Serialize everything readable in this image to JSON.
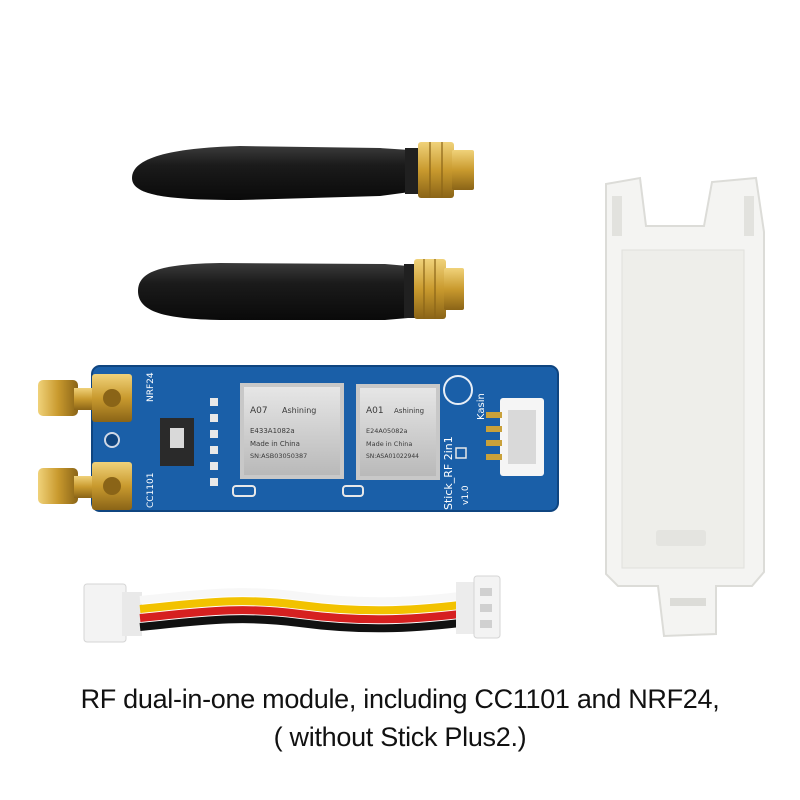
{
  "caption": {
    "line1": "RF dual-in-one module, including CC1101 and NRF24,",
    "line2": "( without Stick Plus2.)"
  },
  "board": {
    "label_nrf": "NRF24",
    "label_cc": "CC1101",
    "label_brand": "Kasin",
    "label_name": "Stick_RF 2in1",
    "label_version": "v1.0"
  },
  "chip_left": {
    "model": "A07",
    "brand": "Ashining",
    "part": "E433A1082a",
    "origin": "Made in China",
    "serial": "SN:ASB03050387"
  },
  "chip_right": {
    "model": "A01",
    "brand": "Ashining",
    "part": "E24A05082a",
    "origin": "Made in China",
    "serial": "SN:ASA01022944"
  },
  "colors": {
    "pcb": "#1a5fa8",
    "antenna": "#1c1c1c",
    "connector_gold": "#c9a13a",
    "case": "#f4f4f2",
    "cable_yellow": "#f2c200",
    "cable_red": "#d62020",
    "cable_black": "#111111"
  }
}
